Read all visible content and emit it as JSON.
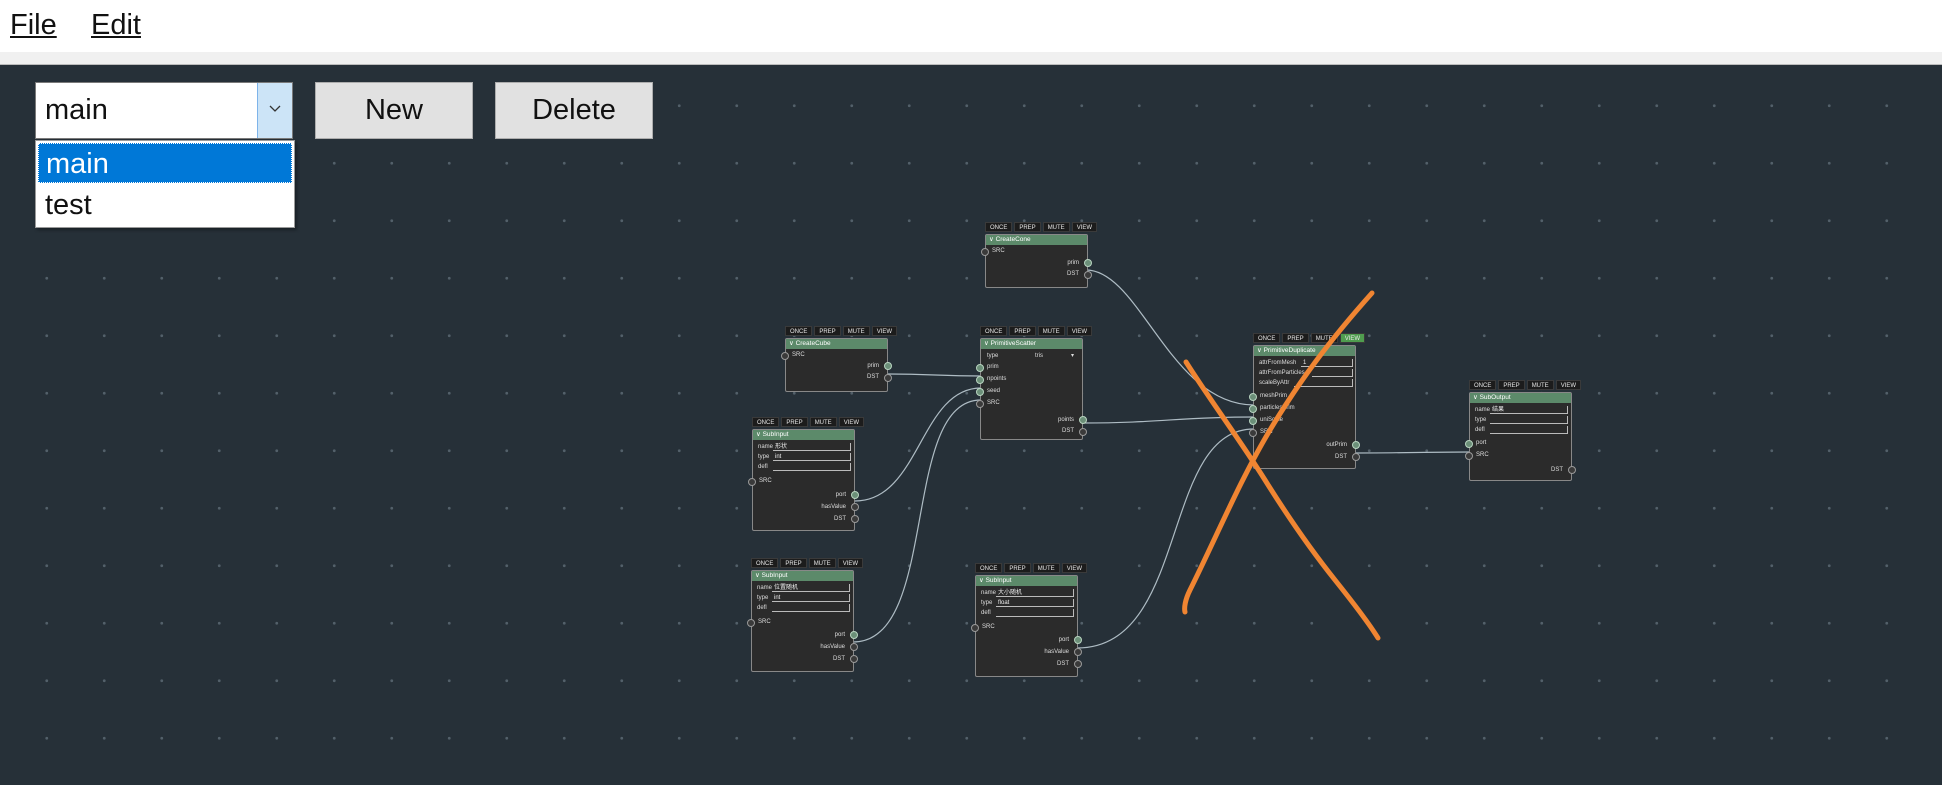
{
  "menubar": {
    "file": "File",
    "edit": "Edit"
  },
  "graph_select": {
    "value": "main",
    "options": [
      "main",
      "test"
    ],
    "selected_index": 0
  },
  "toolbar": {
    "new_label": "New",
    "delete_label": "Delete"
  },
  "node_flags": [
    "ONCE",
    "PREP",
    "MUTE",
    "VIEW"
  ],
  "nodes": {
    "create_cone": {
      "title": "CreateCone",
      "in": [
        "SRC"
      ],
      "out": [
        "prim",
        "DST"
      ]
    },
    "create_cube": {
      "title": "CreateCube",
      "in": [
        "SRC"
      ],
      "out": [
        "prim",
        "DST"
      ]
    },
    "primitive_scatter": {
      "title": "PrimitiveScatter",
      "type_label": "type",
      "type_value": "tris",
      "in": [
        "prim",
        "npoints",
        "seed",
        "SRC"
      ],
      "out": [
        "points",
        "DST"
      ]
    },
    "subinput_1": {
      "title": "SubInput",
      "name_label": "name",
      "name_value": "形状",
      "type_label": "type",
      "type_value": "int",
      "defl_label": "defl",
      "in": [
        "SRC"
      ],
      "out": [
        "port",
        "hasValue",
        "DST"
      ]
    },
    "subinput_2": {
      "title": "SubInput",
      "name_label": "name",
      "name_value": "位置随机",
      "type_label": "type",
      "type_value": "int",
      "defl_label": "defl",
      "in": [
        "SRC"
      ],
      "out": [
        "port",
        "hasValue",
        "DST"
      ]
    },
    "subinput_3": {
      "title": "SubInput",
      "name_label": "name",
      "name_value": "大小随机",
      "type_label": "type",
      "type_value": "float",
      "defl_label": "defl",
      "in": [
        "SRC"
      ],
      "out": [
        "port",
        "hasValue",
        "DST"
      ]
    },
    "primitive_duplicate": {
      "title": "PrimitiveDuplicate",
      "fields": [
        "attrFromMesh",
        "attrFromParticles",
        "scaleByAttr"
      ],
      "attr_value": "1",
      "in": [
        "meshPrim",
        "particlesPrim",
        "uniScale",
        "SRC"
      ],
      "out": [
        "outPrim",
        "DST"
      ]
    },
    "suboutput": {
      "title": "SubOutput",
      "name_label": "name",
      "name_value": "结果",
      "type_label": "type",
      "defl_label": "defl",
      "in": [
        "port",
        "SRC"
      ],
      "out": [
        "DST"
      ]
    }
  },
  "colors": {
    "canvas": "#263038",
    "node_header": "#5c8a6a",
    "view_flag_on": "#4f9d4f",
    "cross_mark": "#f08532",
    "selection": "#0078d7"
  }
}
